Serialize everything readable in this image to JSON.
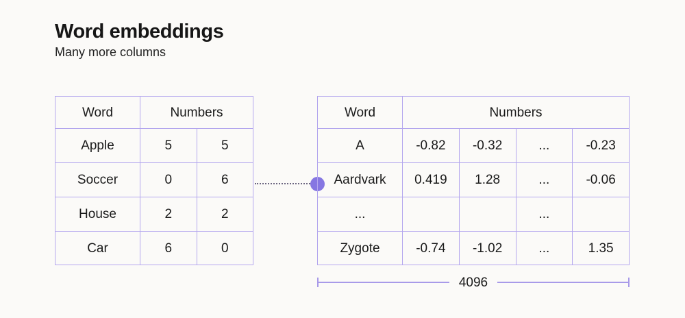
{
  "page": {
    "title": "Word embeddings",
    "subtitle": "Many more columns"
  },
  "left_table": {
    "headers": [
      "Word",
      "Numbers"
    ],
    "rows": [
      [
        "Apple",
        "5",
        "5"
      ],
      [
        "Soccer",
        "0",
        "6"
      ],
      [
        "House",
        "2",
        "2"
      ],
      [
        "Car",
        "6",
        "0"
      ]
    ]
  },
  "right_table": {
    "headers": [
      "Word",
      "Numbers"
    ],
    "rows": [
      [
        "A",
        "-0.82",
        "-0.32",
        "...",
        "-0.23"
      ],
      [
        "Aardvark",
        "0.419",
        "1.28",
        "...",
        "-0.06"
      ],
      [
        "...",
        "",
        "",
        "...",
        ""
      ],
      [
        "Zygote",
        "-0.74",
        "-1.02",
        "...",
        "1.35"
      ]
    ]
  },
  "connector": {
    "dot_icon": "circle",
    "style": "dotted-line"
  },
  "measurement": {
    "label": "4096"
  },
  "colors": {
    "border": "#b3a6ee",
    "bracket": "#a89ae9",
    "accent_dot": "#8677e2",
    "background": "#fbfaf8",
    "text": "#1a1a1a"
  }
}
